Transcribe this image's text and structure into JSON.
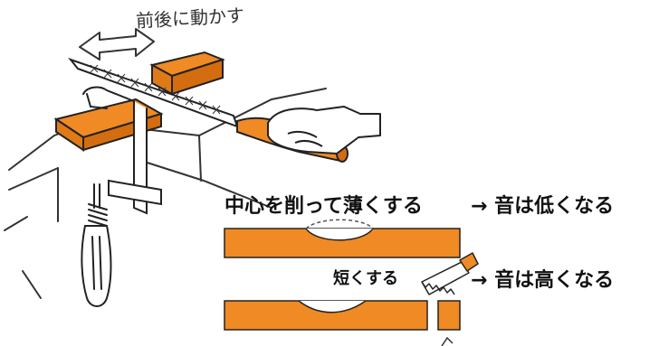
{
  "labels": {
    "motion_note": "前後に動かす",
    "carve_center": "中心を削って薄くする",
    "carve_result": "→ 音は低くなる",
    "shorten": "短くする",
    "shorten_result": "→ 音は高くなる"
  },
  "colors": {
    "wood_orange": "#f08a24",
    "outline": "#222222",
    "dashed": "#555555"
  },
  "icons": [
    "double-arrow-icon",
    "file-tool-icon",
    "clamp-icon",
    "saw-icon",
    "hand-icon"
  ]
}
